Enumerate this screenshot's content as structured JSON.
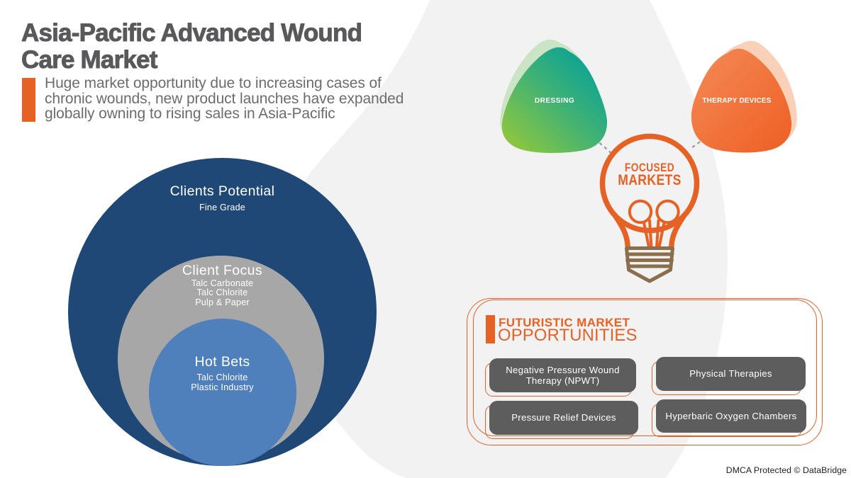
{
  "header": {
    "title_line1": "Asia-Pacific Advanced Wound",
    "title_line2": "Care Market",
    "subtitle_lines": [
      "Huge market opportunity due to increasing cases of",
      "chronic wounds, new product launches have expanded",
      "globally owning to rising sales in Asia-Pacific"
    ]
  },
  "venn": {
    "outer": {
      "title": "Clients Potential",
      "item": "Fine Grade"
    },
    "middle": {
      "title": "Client Focus",
      "items": [
        "Talc Carbonate",
        "Talc Chlorite",
        "Pulp & Paper"
      ]
    },
    "inner": {
      "title": "Hot Bets",
      "items": [
        "Talc Chlorite",
        "Plastic Industry"
      ]
    }
  },
  "focus_diagram": {
    "left_label": "DRESSING",
    "right_label": "THERAPY DEVICES",
    "center_line1": "FOCUSED",
    "center_line2": "MARKETS"
  },
  "opportunities": {
    "heading_line1": "FUTURISTIC MARKET",
    "heading_line2": "OPPORTUNITIES",
    "buttons": [
      "Negative Pressure Wound Therapy (NPWT)",
      "Physical Therapies",
      "Pressure Relief Devices",
      "Hyperbaric Oxygen Chambers"
    ]
  },
  "footer": {
    "dmca": "DMCA Protected © DataBridge"
  },
  "colors": {
    "accent": "#e66124",
    "title": "#59595b",
    "subtitle": "#6b6c6e",
    "navy": "#1f4876",
    "gray-circle": "#a7a7a7",
    "blue-circle": "#4f80bc",
    "btn-gray": "#5d5d5d",
    "brown": "#8b6e4c",
    "blob-bg": "#f2f2f3",
    "green1": "#8dc63f",
    "green-mid": "#40b175",
    "green2": "#0aa396",
    "green-shadow": "#b7dcae",
    "orange1": "#f58a57",
    "orange2": "#ed5f23",
    "orange-shadow": "#f8cbb0",
    "dash": "#9c9c9c"
  }
}
